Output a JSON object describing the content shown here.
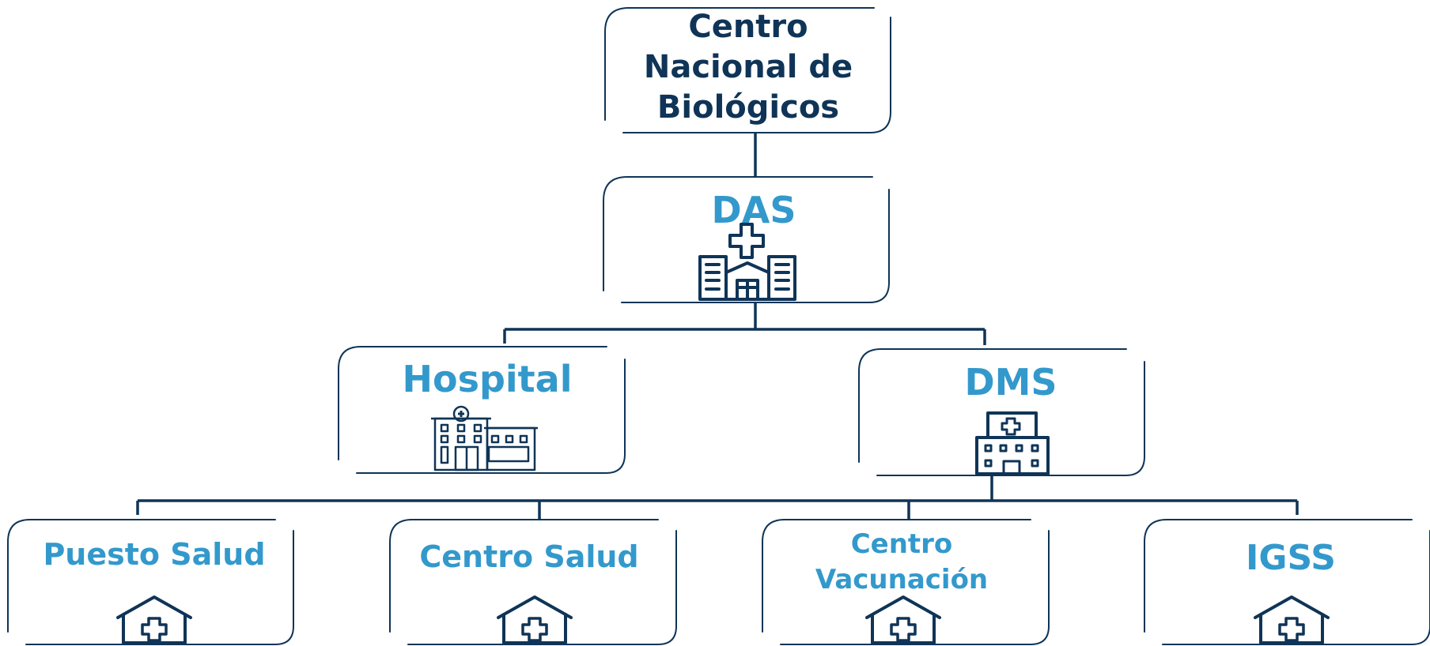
{
  "colors": {
    "navy": "#0f3457",
    "accent": "#3399cc",
    "background": "#ffffff"
  },
  "nodes": {
    "centro_nacional": {
      "lines": [
        "Centro",
        "Nacional de",
        "Biológicos"
      ]
    },
    "das": {
      "label": "DAS",
      "icon": "hospital-building-icon"
    },
    "hospital": {
      "label": "Hospital",
      "icon": "hospital-icon"
    },
    "dms": {
      "label": "DMS",
      "icon": "clinic-icon"
    },
    "puesto_salud": {
      "label": "Puesto Salud",
      "icon": "health-house-icon"
    },
    "centro_salud": {
      "label": "Centro Salud",
      "icon": "health-house-icon"
    },
    "centro_vacunacion": {
      "lines": [
        "Centro",
        "Vacunación"
      ],
      "icon": "health-house-icon"
    },
    "igss": {
      "label": "IGSS",
      "icon": "health-house-icon"
    }
  }
}
